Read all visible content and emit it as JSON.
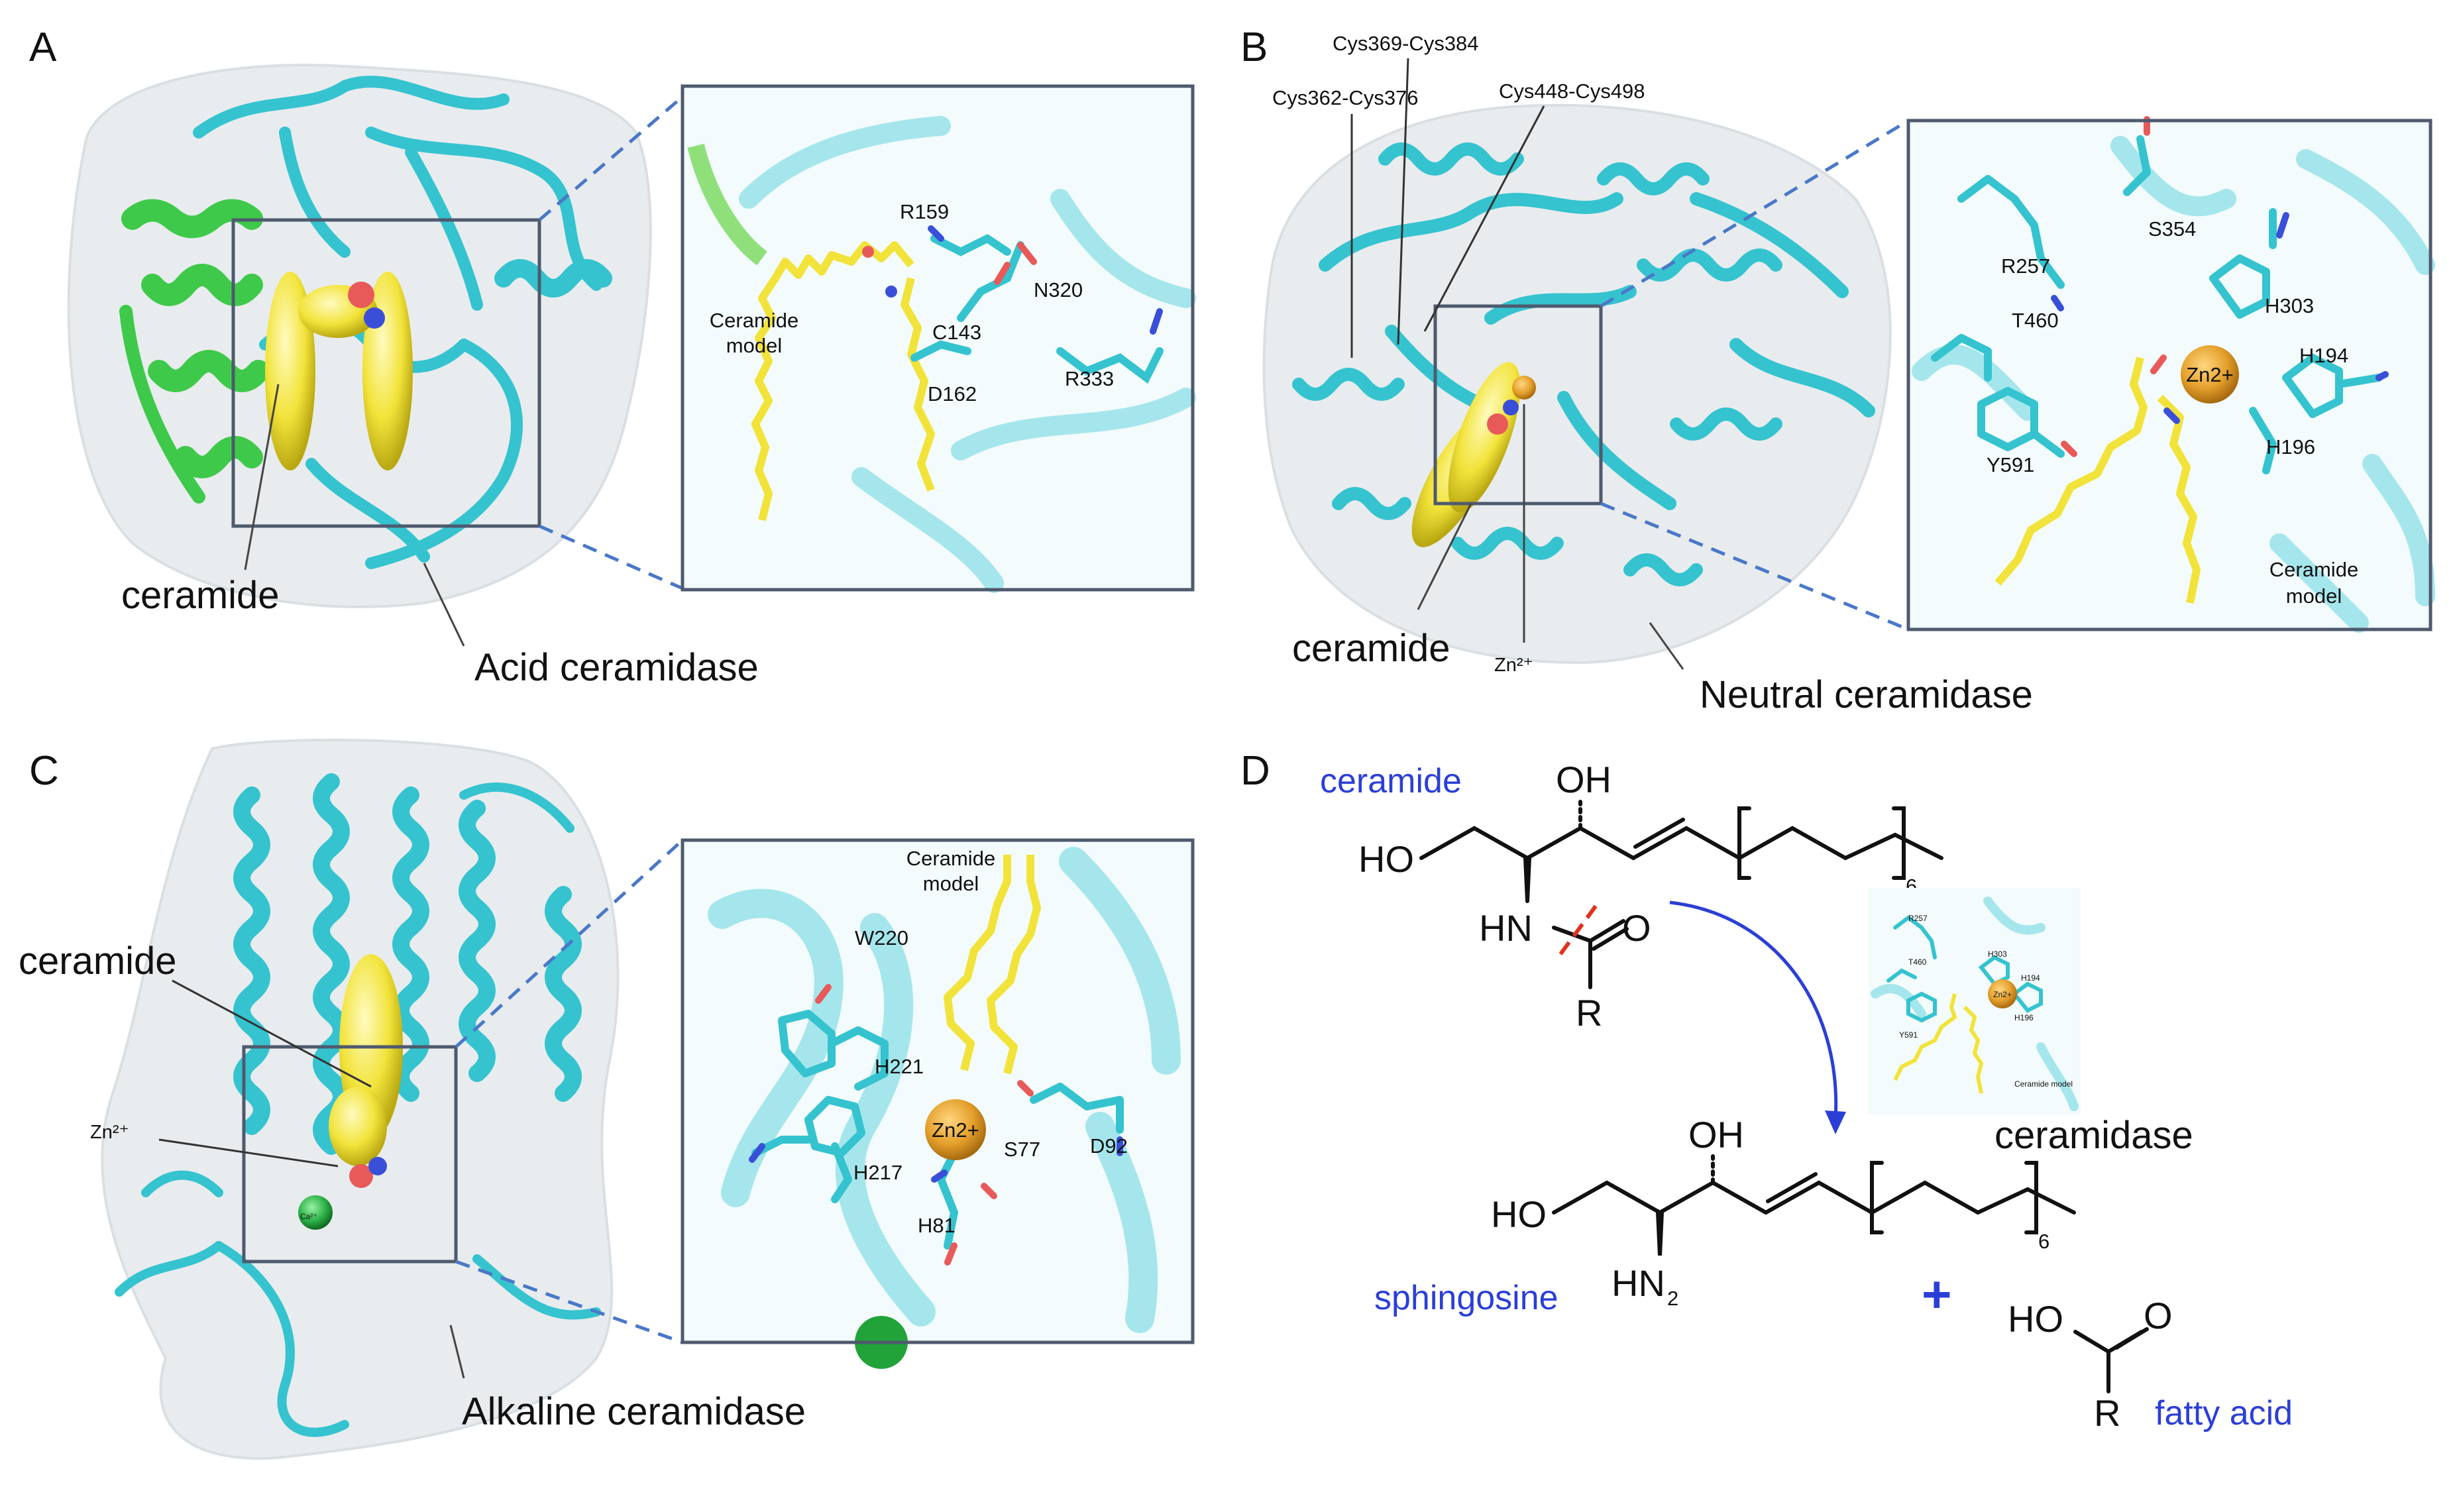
{
  "panels": {
    "A": {
      "letter": "A",
      "title": "Acid ceramidase",
      "ligand_label": "ceramide",
      "inset_model_label": [
        "Ceramide",
        "model"
      ],
      "residues": [
        "R159",
        "N320",
        "C143",
        "R333",
        "D162"
      ]
    },
    "B": {
      "letter": "B",
      "title": "Neutral ceramidase",
      "ligand_label": "ceramide",
      "metal_label": "Zn²⁺",
      "disulfides": [
        "Cys369-Cys384",
        "Cys362-Cys376",
        "Cys448-Cys498"
      ],
      "inset_model_label": [
        "Ceramide",
        "model"
      ],
      "inset_metal": "Zn2+",
      "residues": [
        "R257",
        "S354",
        "H303",
        "T460",
        "H194",
        "H196",
        "Y591"
      ]
    },
    "C": {
      "letter": "C",
      "title": "Alkaline ceramidase",
      "ligand_label": "ceramide",
      "metal_label": "Zn²⁺",
      "calcium_label": "Ca²⁺",
      "inset_model_label": [
        "Ceramide",
        "model"
      ],
      "inset_metal": "Zn2+",
      "residues": [
        "W220",
        "H221",
        "S77",
        "D92",
        "H217",
        "H81"
      ]
    },
    "D": {
      "letter": "D",
      "substrate_label": "ceramide",
      "product1_label": "sphingosine",
      "product2_label": "fatty acid",
      "enzyme_label": "ceramidase",
      "plus": "+",
      "atoms": {
        "OH": "OH",
        "HO": "HO",
        "HN": "HN",
        "O": "O",
        "R": "R",
        "HN2": "HN",
        "sub2": "2",
        "repeat": "6"
      },
      "mini_inset": {
        "residues": [
          "R257",
          "T460",
          "H303",
          "H194",
          "Y591",
          "H196"
        ],
        "metal": "Zn2+",
        "model": "Ceramide model"
      }
    }
  },
  "colors": {
    "protein": "#35c3cf",
    "protein_dark": "#1f9aa5",
    "helix_green": "#3fc94a",
    "ligand": "#f2e33a",
    "zinc": "#e4a02c",
    "calcium": "#2eb34a",
    "oxygen": "#e85a5a",
    "nitrogen": "#3a4fd8",
    "arrow_blue": "#2b3fd6",
    "cleave_red": "#e0321e",
    "box": "#4e5a6e"
  }
}
